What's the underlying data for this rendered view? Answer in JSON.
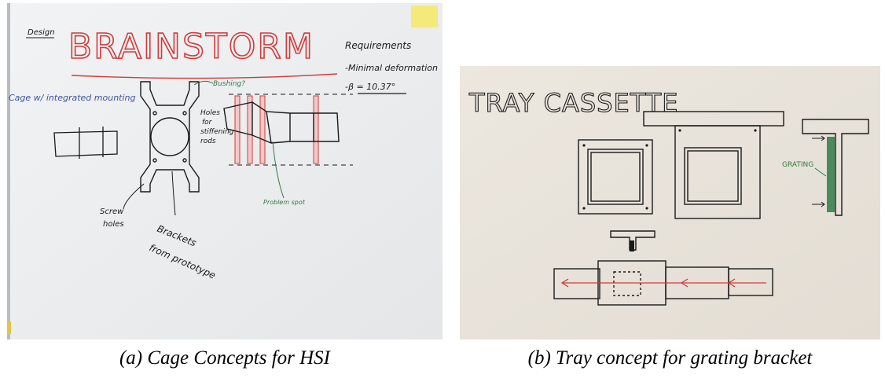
{
  "figures": [
    {
      "caption": "(a) Cage Concepts for HSI",
      "board": {
        "design_label": "Design",
        "title": "BRAINSTORM",
        "requirements": {
          "heading": "Requirements",
          "items": [
            "-Minimal deformation",
            "-β = 10.37°"
          ]
        },
        "annotations": {
          "cage_label": "Cage w/ integrated mounting",
          "bushing": "Bushing?",
          "holes": [
            "Holes",
            "for",
            "stiffening",
            "rods"
          ],
          "screw_holes": [
            "Screw",
            "holes"
          ],
          "brackets": [
            "Brackets",
            "from prototype"
          ],
          "problem_spot": "Problem spot"
        }
      }
    },
    {
      "caption": "(b) Tray concept for grating bracket",
      "board": {
        "title": "TRAY CASSETTE",
        "grating_label": "GRATING"
      }
    }
  ],
  "colors": {
    "whiteboard_a": "#eeeff0",
    "whiteboard_b": "#ece8e1",
    "marker_red": "#d23a3a",
    "marker_blue": "#3c55a0",
    "marker_black": "#1a1a1a",
    "marker_green": "#2f7a45",
    "sticky_note": "#f4ea7a"
  }
}
